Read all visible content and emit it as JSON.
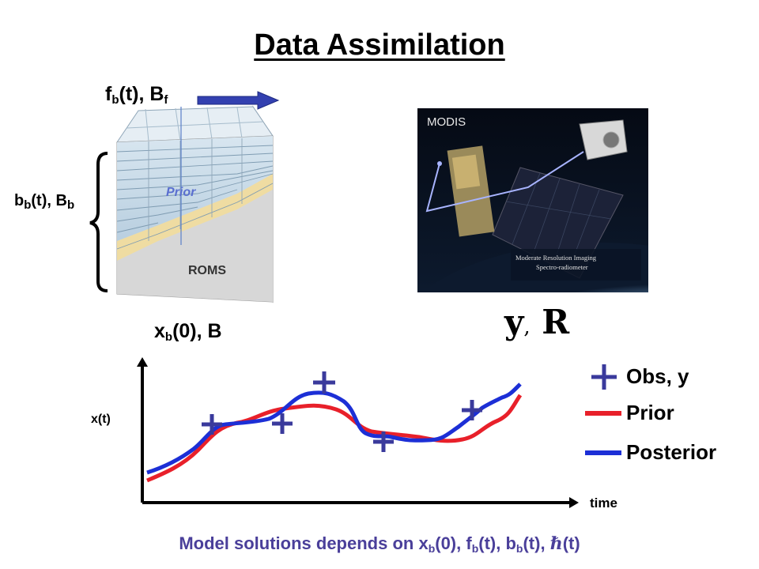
{
  "title": "Data Assimilation",
  "block": {
    "top_label": {
      "base": "f",
      "sub1": "b",
      "mid": "(t), B",
      "sub2": "f"
    },
    "side_label": {
      "base": "b",
      "sub1": "b",
      "mid": "(t), B",
      "sub2": "b"
    },
    "prior_label": "Prior",
    "model_label": "ROMS"
  },
  "init_label": {
    "base": "x",
    "sub1": "b",
    "mid": "(0), B"
  },
  "obs_label": {
    "y": "y",
    "sep": ",",
    "r": "R"
  },
  "satellite": {
    "header": "MODIS",
    "caption_line1": "Moderate Resolution Imaging",
    "caption_line2": "Spectro-radiometer"
  },
  "plot": {
    "ylabel": "x(t)",
    "xlabel": "time"
  },
  "legend": {
    "obs": "Obs, y",
    "prior": "Prior",
    "posterior": "Posterior"
  },
  "colors": {
    "prior": "#e8202a",
    "posterior": "#1c2fd6",
    "obs": "#3a3a9c",
    "footer": "#4a3f9a",
    "arrow": "#3340b0"
  },
  "footer": {
    "part1": "Model solutions depends on x",
    "sub1": "b",
    "part2": "(0), f",
    "sub2": "b",
    "part3": "(t), b",
    "sub3": "b",
    "part4": "(t), ",
    "symbol": "ℏ",
    "part5": "(t)"
  }
}
